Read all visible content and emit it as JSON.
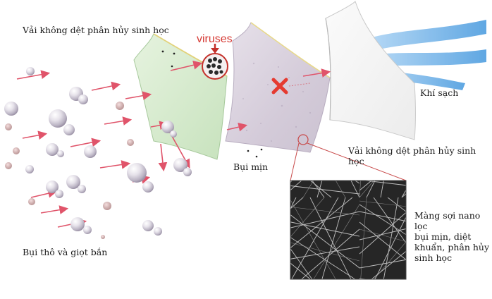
{
  "labels": {
    "top_left": "Vải không dệt phân hủy sinh học",
    "viruses": "viruses",
    "clean_air": "Khí sạch",
    "fine_dust": "Bụi mịn",
    "right_fabric": "Vải không dệt phân hủy sinh học",
    "coarse_dust": "Bụi thô và giọt bắn",
    "membrane_line1": "Màng sợi nano lọc",
    "membrane_line2": "bụi mịn, diệt",
    "membrane_line3": "khuẩn, phân hủy",
    "membrane_line4": "sinh học"
  },
  "colors": {
    "arrow": "#e0546a",
    "green_layer": "#d8ecd0",
    "membrane_layer": "#d9d0de",
    "cross": "#e53a30",
    "air": "#7ab6e8"
  }
}
